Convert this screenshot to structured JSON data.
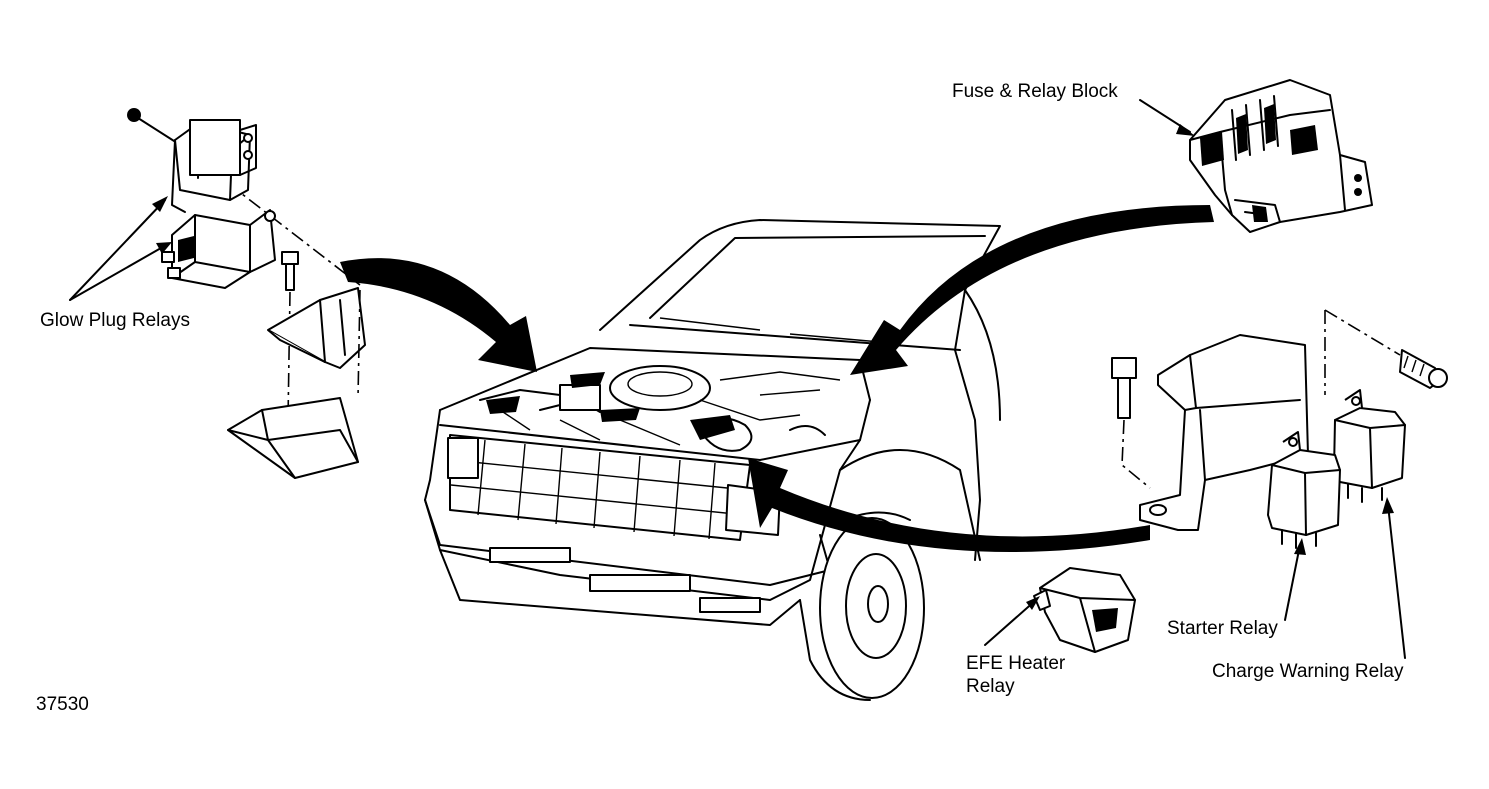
{
  "labels": {
    "glow_plug_relays": "Glow Plug Relays",
    "fuse_relay_block": "Fuse & Relay Block",
    "starter_relay": "Starter Relay",
    "charge_warning_relay": "Charge Warning Relay",
    "efe_heater_relay_line1": "EFE Heater",
    "efe_heater_relay_line2": "Relay",
    "figure_number": "37530"
  }
}
